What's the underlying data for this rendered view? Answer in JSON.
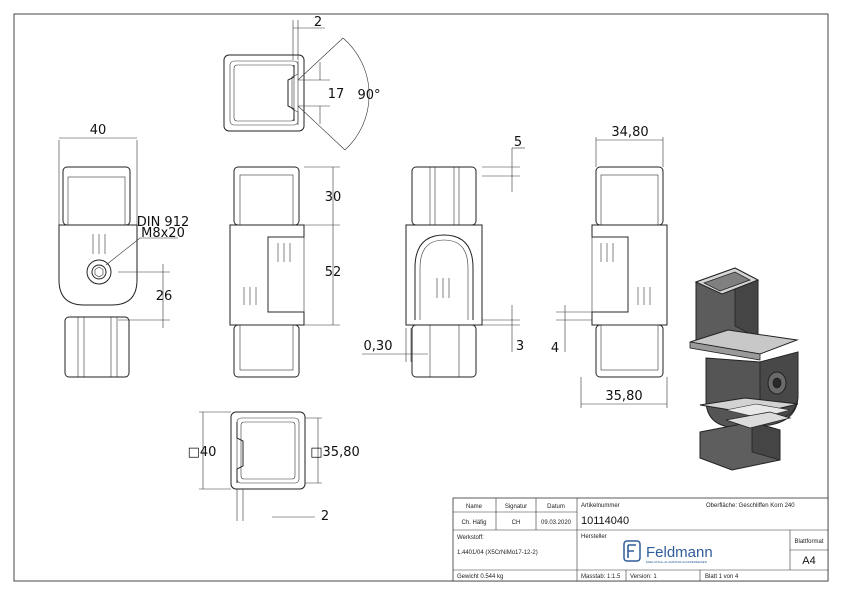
{
  "dimensions": {
    "top_wall": "2",
    "top_slot": "17",
    "angle": "90°",
    "width_40": "40",
    "din": "DIN 912",
    "screw": "M8x20",
    "d26": "26",
    "d30": "30",
    "d52": "52",
    "d5": "5",
    "d3": "3",
    "d030": "0,30",
    "d4": "4",
    "d3480": "34,80",
    "d3580": "35,80",
    "sq40": "□40",
    "sq3580": "□35,80",
    "bottom_wall": "2"
  },
  "titleblock": {
    "h_name": "Name",
    "h_signatur": "Signatur",
    "h_datum": "Datum",
    "name": "Ch. Häfig",
    "signatur": "CH",
    "datum": "09.03.2020",
    "artikel_label": "Artikelnummer",
    "artikel": "10114040",
    "oberflaeche": "Oberfläche: Geschliffen Korn 240",
    "werkstoff_label": "Werkstoff:",
    "werkstoff": "1.4401/04 (X5CrNiMo17-12-2)",
    "hersteller_label": "Hersteller",
    "brand": "Feldmann",
    "brand_tagline": "EDELSTAHL-ALUMINIUM-SCHMIEDEEISEN",
    "blattformat_label": "Blattformat",
    "blattformat": "A4",
    "gewicht": "Gewicht 0.544 kg",
    "masstab": "Masstab: 1:1.5",
    "version": "Version: 1",
    "blatt": "Blatt 1 von 4"
  }
}
